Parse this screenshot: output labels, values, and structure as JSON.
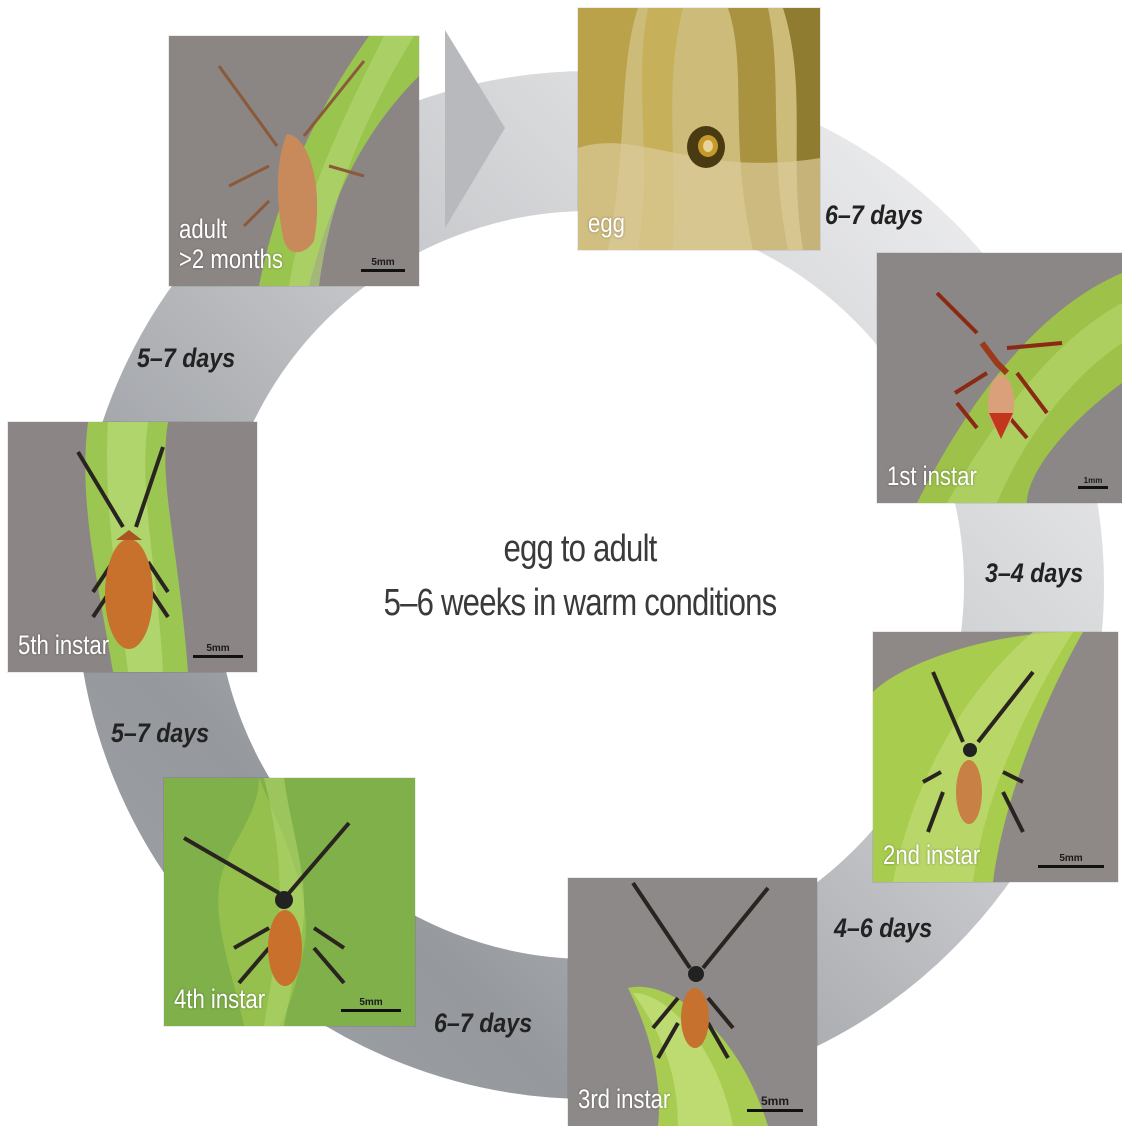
{
  "center": {
    "line1": "egg to adult",
    "line2": "5–6 weeks in warm conditions"
  },
  "stages": {
    "egg": {
      "label": "egg"
    },
    "first_instar": {
      "label": "1st instar",
      "scale": "1mm"
    },
    "second_instar": {
      "label": "2nd instar",
      "scale": "5mm"
    },
    "third_instar": {
      "label": "3rd instar",
      "scale": "5mm"
    },
    "fourth_instar": {
      "label": "4th instar",
      "scale": "5mm"
    },
    "fifth_instar": {
      "label": "5th instar",
      "scale": "5mm"
    },
    "adult": {
      "label": "adult\n>2 months",
      "scale": "5mm"
    }
  },
  "durations": {
    "egg_to_first": "6–7 days",
    "first_to_second": "3–4 days",
    "second_to_third": "4–6 days",
    "third_to_fourth": "6–7 days",
    "fourth_to_fifth": "5–7 days",
    "fifth_to_adult": "5–7 days"
  },
  "colors": {
    "ring_dark": "#8e9196",
    "ring_light": "#e9eaeb",
    "leaf_green": "#8fbf3a",
    "photo_grey": "#8a8482",
    "bug_orange": "#c8742e"
  }
}
